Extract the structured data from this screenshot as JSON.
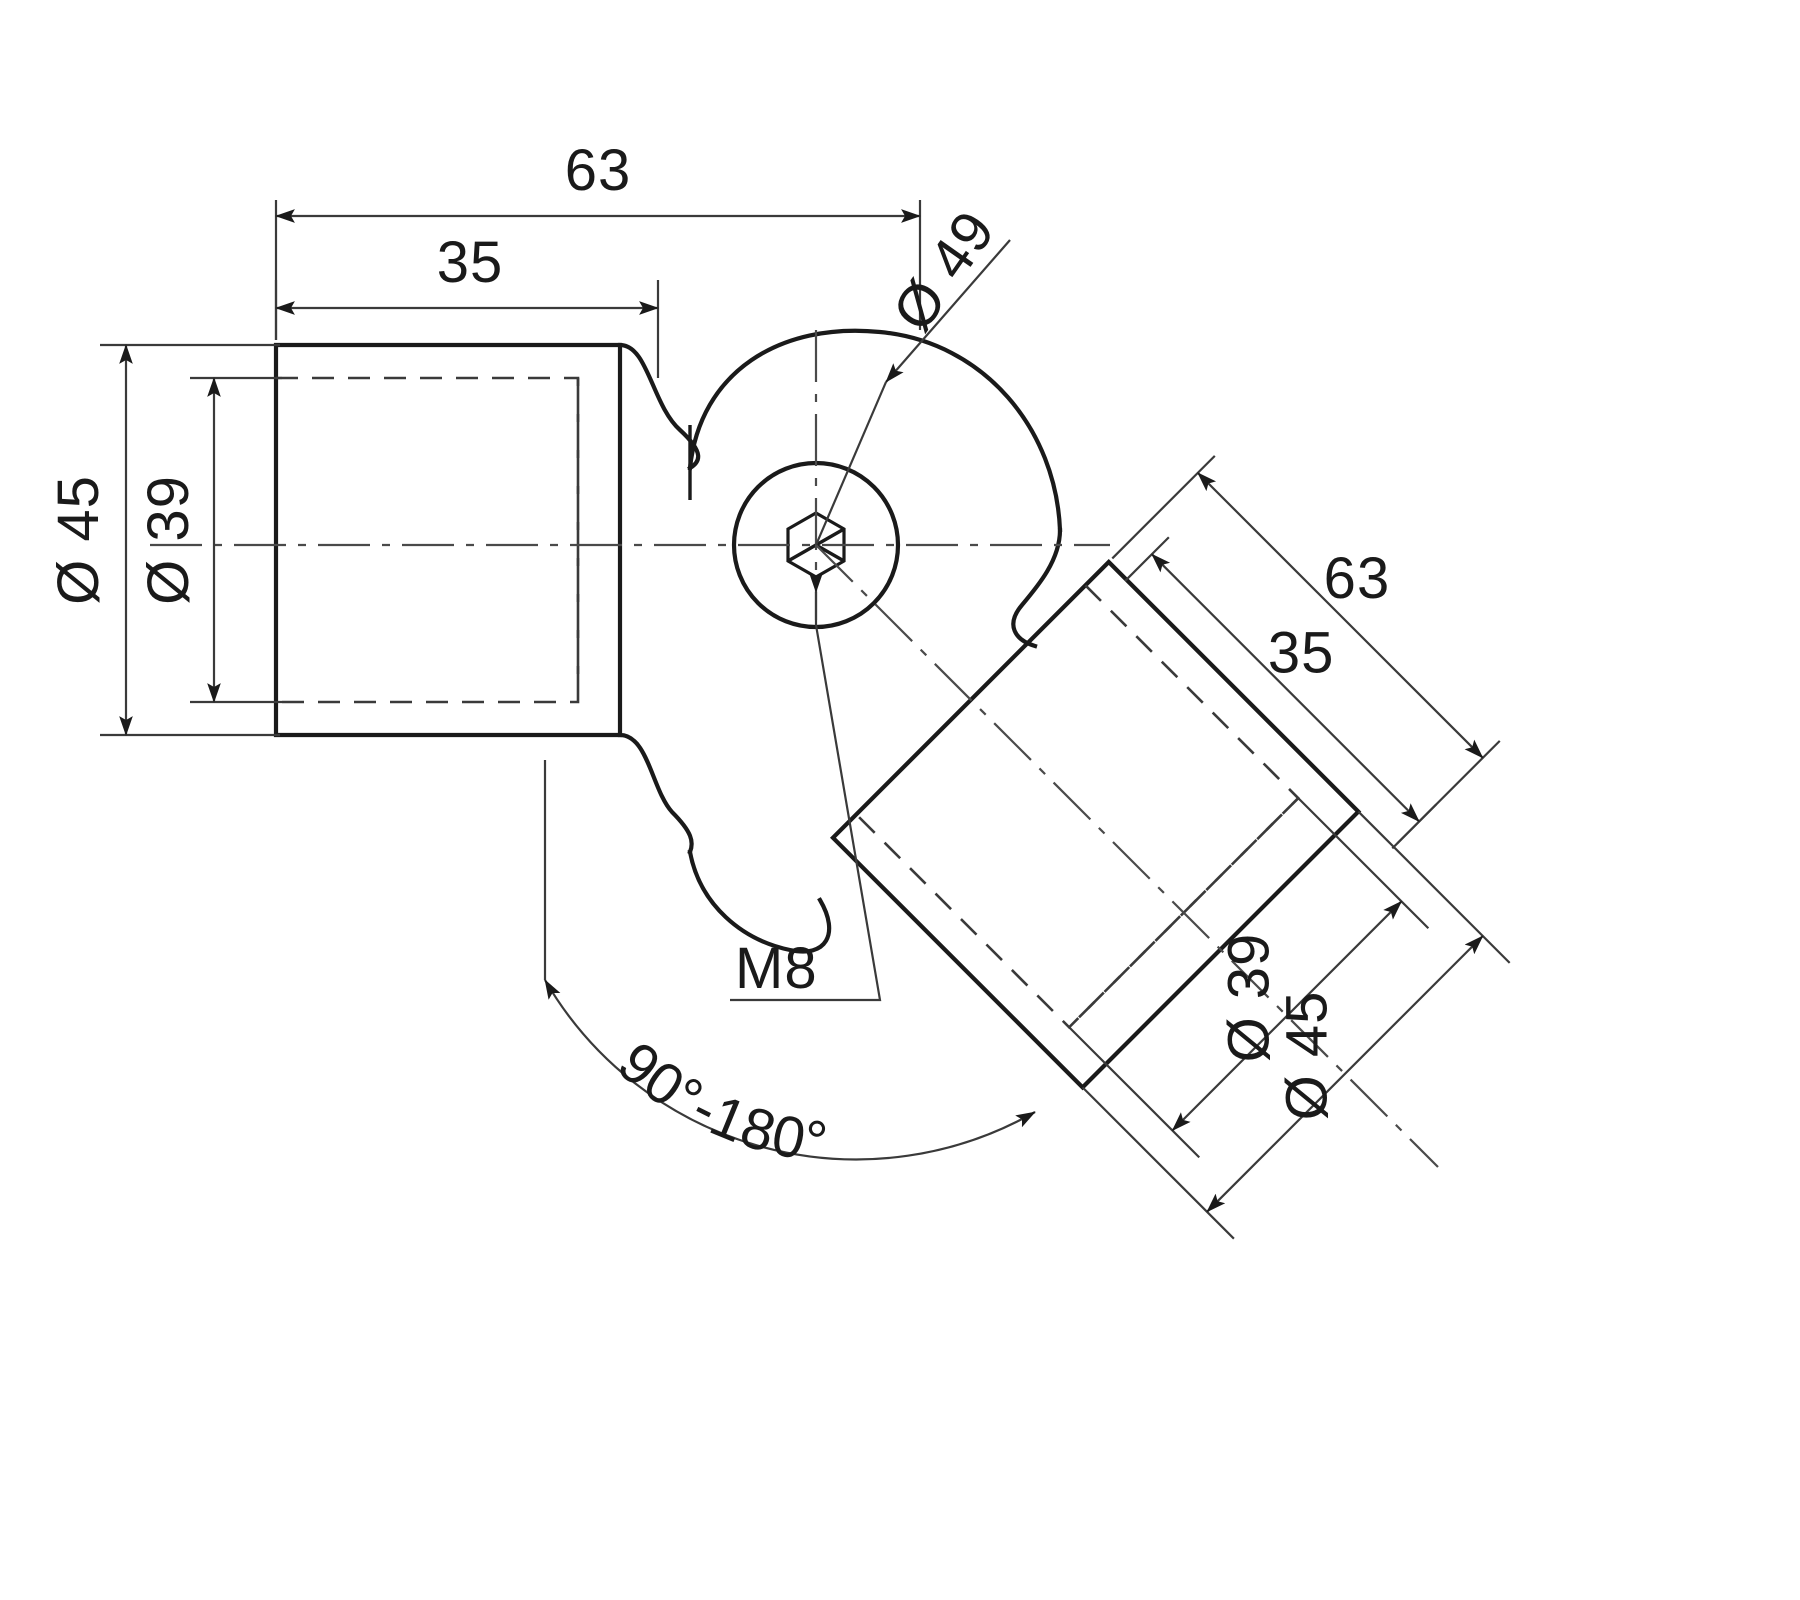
{
  "drawing": {
    "type": "mechanical-engineering-drawing",
    "title": "Adjustable elbow connector",
    "view": "side-elevation",
    "units": "mm",
    "line_color": "#1a1a1a",
    "background": "#ffffff"
  },
  "dimensions": {
    "left_arm_length_overall": "63",
    "left_arm_length_inner": "35",
    "left_arm_outer_diameter": "Ø 45",
    "left_arm_inner_diameter": "Ø 39",
    "hub_diameter": "Ø 49",
    "right_arm_length_overall": "63",
    "right_arm_length_inner": "35",
    "right_arm_inner_diameter": "Ø 39",
    "right_arm_outer_diameter": "Ø 45",
    "thread_callout": "M8",
    "angle_range": "90°-180°"
  },
  "labels": [
    {
      "id": "dim-63-top",
      "text": "63",
      "role": "linear-dimension"
    },
    {
      "id": "dim-35-top",
      "text": "35",
      "role": "linear-dimension"
    },
    {
      "id": "dim-d45-left",
      "text": "Ø 45",
      "role": "diameter-dimension"
    },
    {
      "id": "dim-d39-left",
      "text": "Ø 39",
      "role": "diameter-dimension"
    },
    {
      "id": "dim-d49-hub",
      "text": "Ø 49",
      "role": "diameter-dimension"
    },
    {
      "id": "dim-63-right",
      "text": "63",
      "role": "linear-dimension"
    },
    {
      "id": "dim-35-right",
      "text": "35",
      "role": "linear-dimension"
    },
    {
      "id": "dim-d39-right",
      "text": "Ø 39",
      "role": "diameter-dimension"
    },
    {
      "id": "dim-d45-right",
      "text": "Ø 45",
      "role": "diameter-dimension"
    },
    {
      "id": "callout-m8",
      "text": "M8",
      "role": "thread-callout"
    },
    {
      "id": "dim-angle-range",
      "text": "90°-180°",
      "role": "angular-dimension"
    }
  ],
  "features": {
    "hex_socket": "hexagon-socket-set-screw",
    "pivot_hub": "circular-pivot-boss",
    "left_arm": "straight-tube-socket",
    "right_arm": "angled-tube-socket"
  }
}
